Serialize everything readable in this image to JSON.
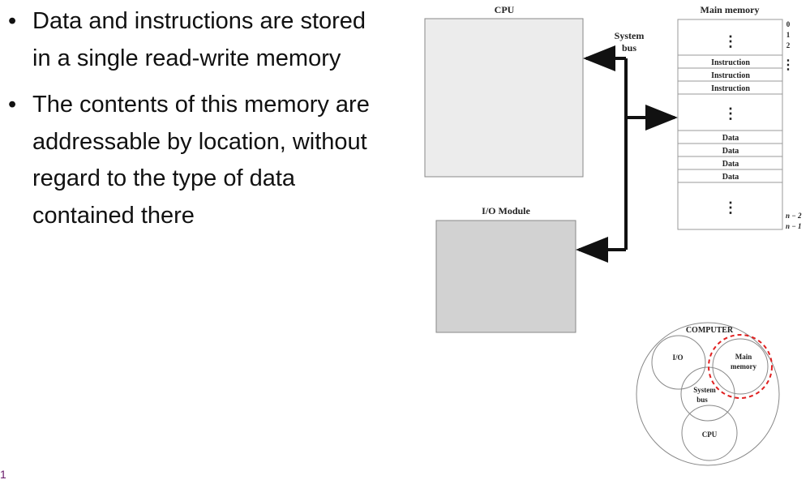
{
  "bullets": [
    "Data and instructions are stored in a single read-write memory",
    "The contents of this memory are addressable by location, without regard to the type of data contained there"
  ],
  "slide_number": "1",
  "diagram": {
    "cpu_label": "CPU",
    "io_label": "I/O Module",
    "bus_label_line1": "System",
    "bus_label_line2": "bus",
    "memory_title": "Main memory",
    "dots": "⋮",
    "instruction_label": "Instruction",
    "data_label": "Data",
    "address_0": "0",
    "address_1": "1",
    "address_2": "2",
    "address_n2": "n − 2",
    "address_n1": "n − 1"
  },
  "venn": {
    "computer": "COMPUTER",
    "io": "I/O",
    "main_memory_line1": "Main",
    "main_memory_line2": "memory",
    "system_bus_line1": "System",
    "system_bus_line2": "bus",
    "cpu": "CPU"
  },
  "colors": {
    "cpu_fill": "#ececec",
    "io_fill": "#d2d2d2",
    "highlight": "#e02020"
  }
}
